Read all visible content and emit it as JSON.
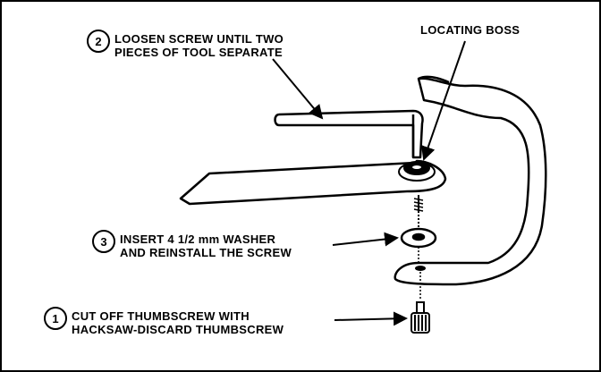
{
  "callouts": [
    {
      "number": "2",
      "lines": [
        "LOOSEN SCREW UNTIL TWO",
        "PIECES OF TOOL SEPARATE"
      ]
    },
    {
      "number": "3",
      "lines": [
        "INSERT 4 1/2 mm WASHER",
        "AND REINSTALL THE SCREW"
      ]
    },
    {
      "number": "1",
      "lines": [
        "CUT OFF THUMBSCREW WITH",
        "HACKSAW-DISCARD THUMBSCREW"
      ]
    }
  ],
  "labels": {
    "locating_boss": "LOCATING BOSS"
  },
  "parts": {
    "allen_wrench": "hex-key-icon",
    "tool_arm": "tool-arm",
    "c_frame": "c-frame",
    "washer": "washer-icon",
    "thumbscrew": "thumbscrew-icon"
  }
}
